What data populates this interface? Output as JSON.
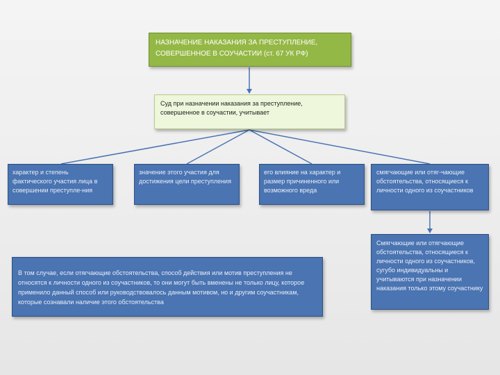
{
  "diagram": {
    "title": "НАЗНАЧЕНИЕ НАКАЗАНИЯ ЗА ПРЕСТУПЛЕНИЕ, СОВЕРШЕННОЕ В СОУЧАСТИИ (ст. 67 УК РФ)",
    "consider": "Суд при назначении наказания за преступление, совершенное в соучастии, учитывает",
    "factors": [
      "характер и степень фактического участия лица в совершении преступле-ния",
      "значение этого участия для достижения цели преступления",
      "его влияние на характер и размер причиненного или возможного вреда",
      "смягчающие или отяг-чающие обстоятельства, относящиеся к личности одного из соучастников"
    ],
    "rule_individual": "Смягчающие или отягчающие обстоятельства, относящиеся к личности одного из соучастников, сугубо индивидуальны и учитываются при назначении наказания только этому соучастнику",
    "rule_exception": "В том случае, если отягчающие обстоятельства, способ действия или мотив преступления не относятся к личности одного из соучастников, то они могут быть вменены не только лицу, которое применило данный способ или руководствовалось данным мотивом, но и другим соучастникам, которые сознавали наличие этого обстоятельства"
  },
  "colors": {
    "title_fill": "#94b845",
    "consider_fill": "#eef6dc",
    "factor_fill": "#4a74b2",
    "connector": "#4a74b2"
  }
}
